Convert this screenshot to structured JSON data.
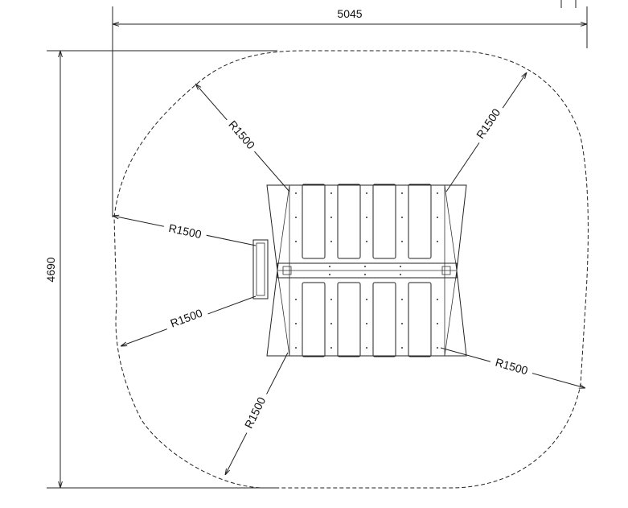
{
  "drawing": {
    "width_label": "5045",
    "height_label": "4690",
    "radius_label": "R1500"
  }
}
